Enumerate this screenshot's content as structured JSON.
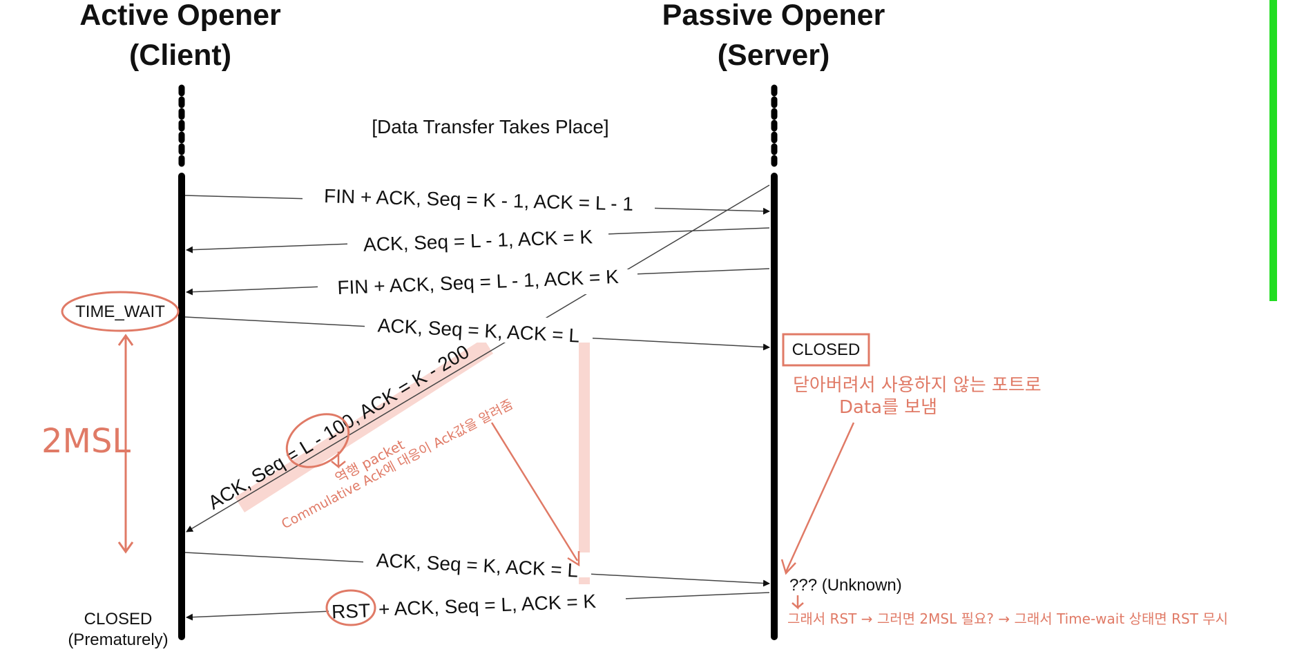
{
  "headers": {
    "client_line1": "Active Opener",
    "client_line2": "(Client)",
    "server_line1": "Passive Opener",
    "server_line2": "(Server)"
  },
  "data_transfer_note": "[Data Transfer Takes Place]",
  "messages": {
    "m1": "FIN + ACK, Seq = K - 1, ACK = L - 1",
    "m2": "ACK, Seq = L - 1, ACK = K",
    "m3": "FIN + ACK, Seq = L - 1, ACK = K",
    "m4": "ACK, Seq = K, ACK = L",
    "m5": "ACK, Seq = L - 100, ACK = K - 200",
    "m6": "ACK, Seq = K, ACK = L",
    "m7_rst": "RST",
    "m7_rest": "+ ACK, Seq = L, ACK = K"
  },
  "states": {
    "time_wait": "TIME_WAIT",
    "server_closed": "CLOSED",
    "unknown": "??? (Unknown)",
    "client_closed_line1": "CLOSED",
    "client_closed_line2": "(Prematurely)"
  },
  "annotations": {
    "msl": "2MSL",
    "server_note_line1": "닫아버려서 사용하지 않는 포트로",
    "server_note_line2": "Data를 보냄",
    "packet_note_line1": "역행 packet",
    "packet_note_line2": "Commulative Ack에 대응이 Ack값을 알려줌",
    "bottom_note": "그래서 RST → 그러면 2MSL 필요? → 그래서 Time-wait 상태면 RST 무시"
  },
  "colors": {
    "annotation": "#e07a66",
    "highlight": "#f8d3cc",
    "accent_bar": "#22dd22"
  }
}
